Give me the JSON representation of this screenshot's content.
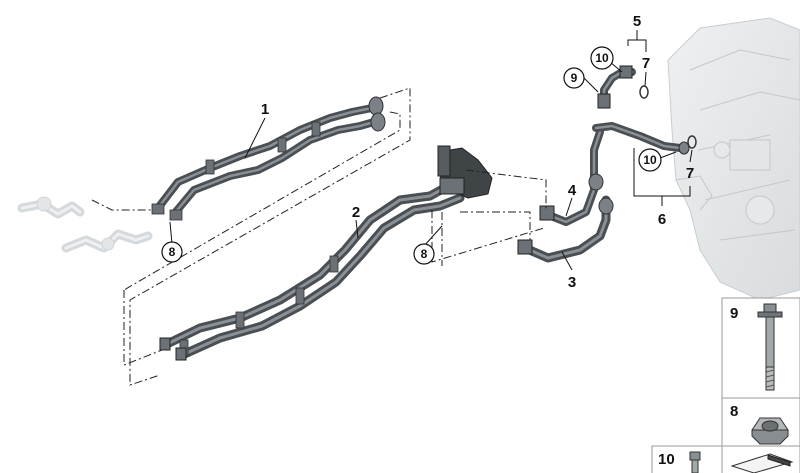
{
  "diagram": {
    "callouts": [
      {
        "id": "c1",
        "label": "1"
      },
      {
        "id": "c2",
        "label": "2"
      },
      {
        "id": "c3",
        "label": "3"
      },
      {
        "id": "c4",
        "label": "4"
      },
      {
        "id": "c5",
        "label": "5"
      },
      {
        "id": "c6",
        "label": "6"
      },
      {
        "id": "c7a",
        "label": "7"
      },
      {
        "id": "c7b",
        "label": "7"
      }
    ],
    "circled_callouts": [
      {
        "id": "cc8a",
        "label": "8"
      },
      {
        "id": "cc8b",
        "label": "8"
      },
      {
        "id": "cc9",
        "label": "9"
      },
      {
        "id": "cc10a",
        "label": "10"
      },
      {
        "id": "cc10b",
        "label": "10"
      }
    ],
    "parts_panels": [
      {
        "id": "p9",
        "label": "9",
        "icon": "bolt-icon"
      },
      {
        "id": "p8",
        "label": "8",
        "icon": "hex-nut-icon"
      },
      {
        "id": "p10",
        "label": "10",
        "icon": "bolt-and-seal-icon"
      }
    ]
  }
}
